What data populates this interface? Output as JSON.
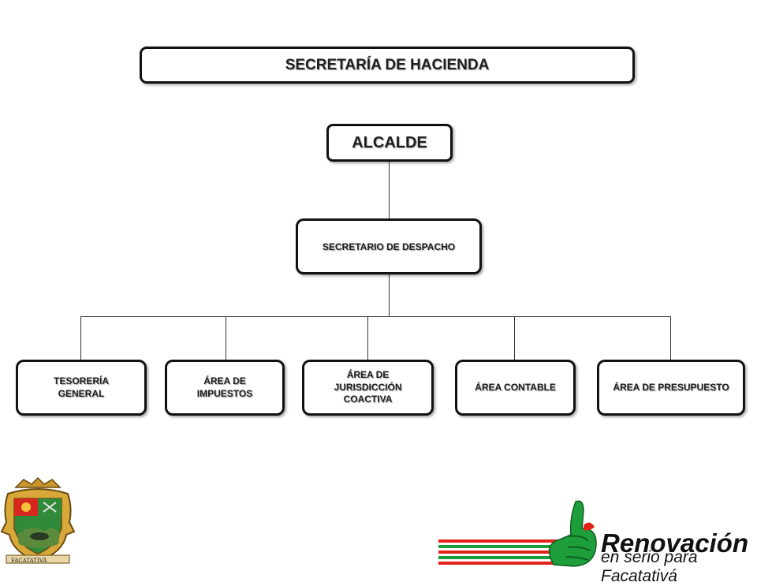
{
  "title": "SECRETARÍA DE HACIENDA",
  "org_chart": {
    "top": "ALCALDE",
    "second": "SECRETARIO DE DESPACHO",
    "departments": [
      {
        "id": "tesoreria",
        "label": "TESORERÍA\nGENERAL"
      },
      {
        "id": "impuestos",
        "label": "ÁREA DE\nIMPUESTOS"
      },
      {
        "id": "jurisdiccion",
        "label": "ÁREA DE\nJURISDICCIÓN\nCOACTIVA"
      },
      {
        "id": "contable",
        "label": "ÁREA CONTABLE"
      },
      {
        "id": "presupuesto",
        "label": "ÁREA DE PRESUPUESTO"
      }
    ]
  },
  "logos": {
    "shield_text": "FACATATIVÁ",
    "brand_title": "Renovación",
    "brand_subtitle": "en serio para Facatativá"
  },
  "colors": {
    "red": "#e2231a",
    "green": "#1e9e3a",
    "gold": "#d8a93a"
  }
}
